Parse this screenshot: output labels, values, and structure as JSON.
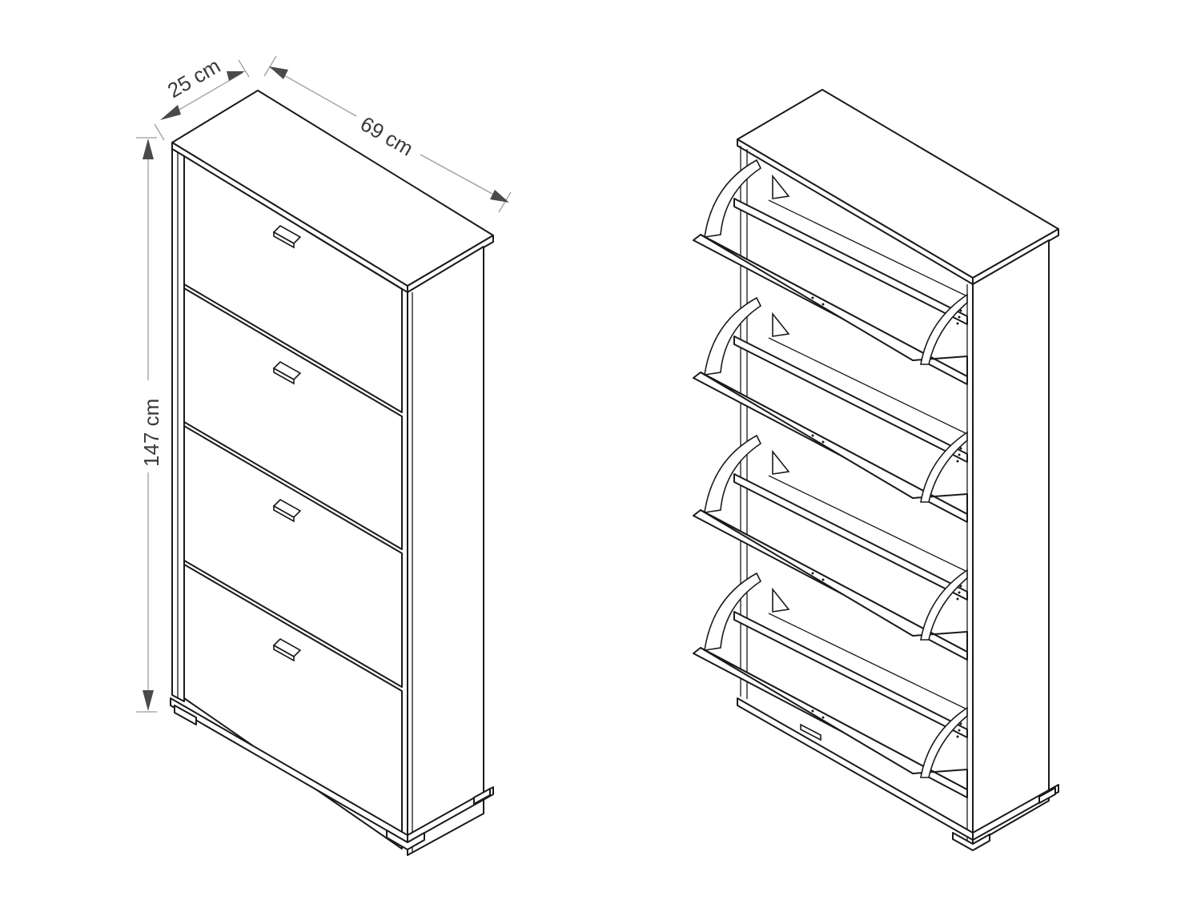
{
  "figure": {
    "title": "",
    "subject": "Shoe cabinet with 4 tilt-out compartments",
    "colors": {
      "line": "#1a1a1a",
      "dimension_line": "#9e9e9e",
      "dimension_text": "#3a3a3a",
      "background": "#ffffff"
    }
  },
  "dimensions": {
    "depth": {
      "label": "25 cm",
      "value": 25,
      "unit": "cm"
    },
    "width": {
      "label": "69 cm",
      "value": 69,
      "unit": "cm"
    },
    "height": {
      "label": "147 cm",
      "value": 147,
      "unit": "cm"
    }
  },
  "views": [
    {
      "name": "closed-view",
      "description": "Cabinet closed, 4 flaps with recessed handles",
      "flap_count": 4
    },
    {
      "name": "open-view",
      "description": "Cabinet with all 4 flaps tilted open showing hinge mechanisms",
      "flap_count": 4
    }
  ]
}
